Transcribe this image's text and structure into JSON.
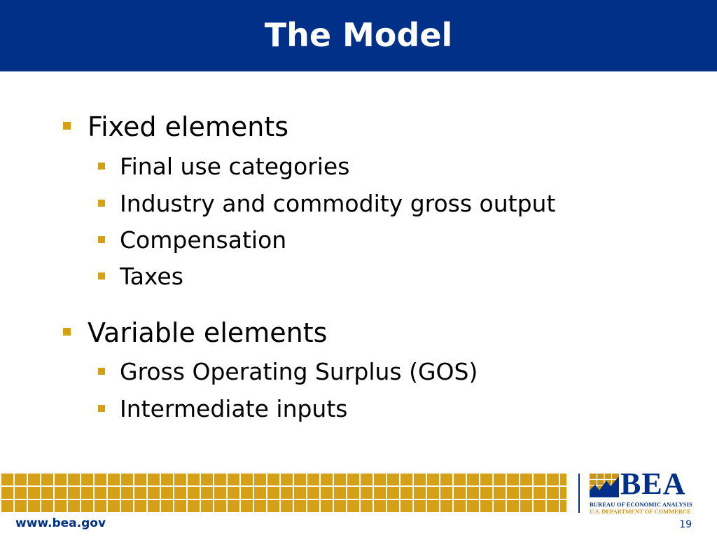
{
  "slide": {
    "title": "The Model",
    "bullets": [
      {
        "label": "Fixed elements",
        "children": [
          "Final use categories",
          "Industry and commodity gross output",
          "Compensation",
          "Taxes"
        ]
      },
      {
        "label": "Variable elements",
        "children": [
          "Gross Operating Surplus (GOS)",
          "Intermediate inputs"
        ]
      }
    ]
  },
  "footer": {
    "url": "www.bea.gov",
    "page_number": "19",
    "logo": {
      "name": "BEA",
      "line1": "BUREAU OF ECONOMIC ANALYSIS",
      "line2": "U.S. DEPARTMENT OF COMMERCE"
    }
  },
  "colors": {
    "brand_blue": "#003087",
    "accent_gold": "#d4a017"
  }
}
